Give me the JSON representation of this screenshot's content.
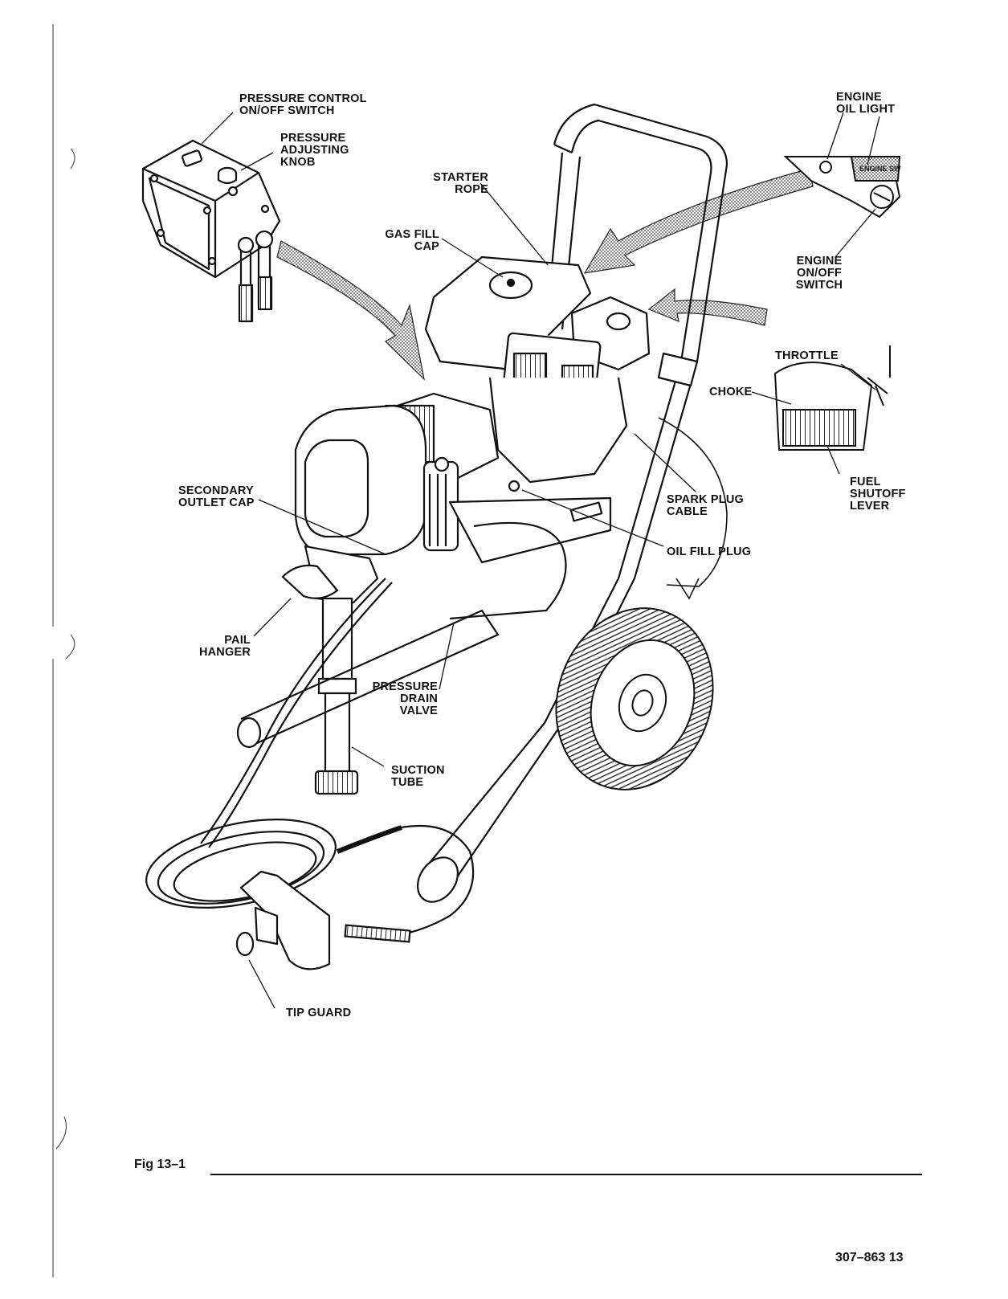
{
  "labels": {
    "pressure_control_switch": "PRESSURE CONTROL\nON/OFF SWITCH",
    "pressure_adjusting_knob": "PRESSURE\nADJUSTING\nKNOB",
    "starter_rope": "STARTER\nROPE",
    "gas_fill_cap": "GAS FILL\nCAP",
    "engine_oil_light": "ENGINE\nOIL LIGHT",
    "engine_switch": "ENGINE\nON/OFF\nSWITCH",
    "throttle": "THROTTLE",
    "choke": "CHOKE",
    "fuel_shutoff_lever": "FUEL\nSHUTOFF\nLEVER",
    "spark_plug_cable": "SPARK PLUG\nCABLE",
    "oil_fill_plug": "OIL FILL PLUG",
    "secondary_outlet_cap": "SECONDARY\nOUTLET CAP",
    "pail_hanger": "PAIL\nHANGER",
    "pressure_drain_valve": "PRESSURE\nDRAIN\nVALVE",
    "suction_tube": "SUCTION\nTUBE",
    "tip_guard": "TIP GUARD",
    "engine_sw_plate": "ENGINE SW"
  },
  "figure": {
    "caption": "Fig 13–1"
  },
  "footer": {
    "page_number": "307–863  13"
  }
}
